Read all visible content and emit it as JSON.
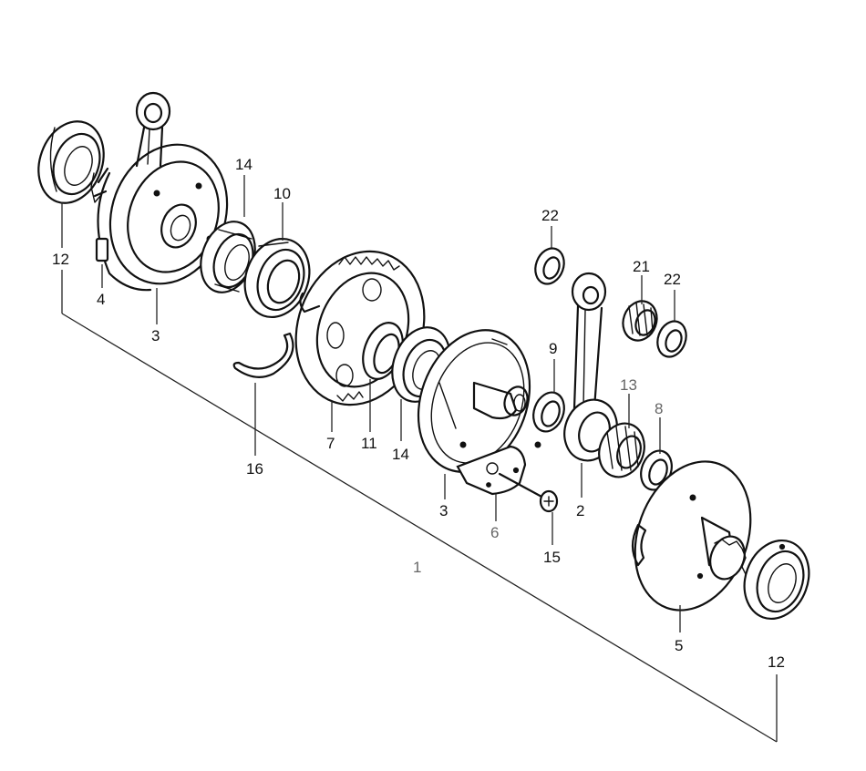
{
  "callouts": [
    {
      "id": "c12a",
      "text": "12"
    },
    {
      "id": "c4",
      "text": "4"
    },
    {
      "id": "c3a",
      "text": "3"
    },
    {
      "id": "c14a",
      "text": "14"
    },
    {
      "id": "c10",
      "text": "10"
    },
    {
      "id": "c16",
      "text": "16"
    },
    {
      "id": "c7",
      "text": "7"
    },
    {
      "id": "c11",
      "text": "11"
    },
    {
      "id": "c14b",
      "text": "14"
    },
    {
      "id": "c3b",
      "text": "3"
    },
    {
      "id": "c6",
      "text": "6"
    },
    {
      "id": "c15",
      "text": "15"
    },
    {
      "id": "c9",
      "text": "9"
    },
    {
      "id": "c2",
      "text": "2"
    },
    {
      "id": "c22a",
      "text": "22"
    },
    {
      "id": "c21",
      "text": "21"
    },
    {
      "id": "c22b",
      "text": "22"
    },
    {
      "id": "c13",
      "text": "13"
    },
    {
      "id": "c8",
      "text": "8"
    },
    {
      "id": "c5",
      "text": "5"
    },
    {
      "id": "c12b",
      "text": "12"
    },
    {
      "id": "c1",
      "text": "1"
    }
  ]
}
